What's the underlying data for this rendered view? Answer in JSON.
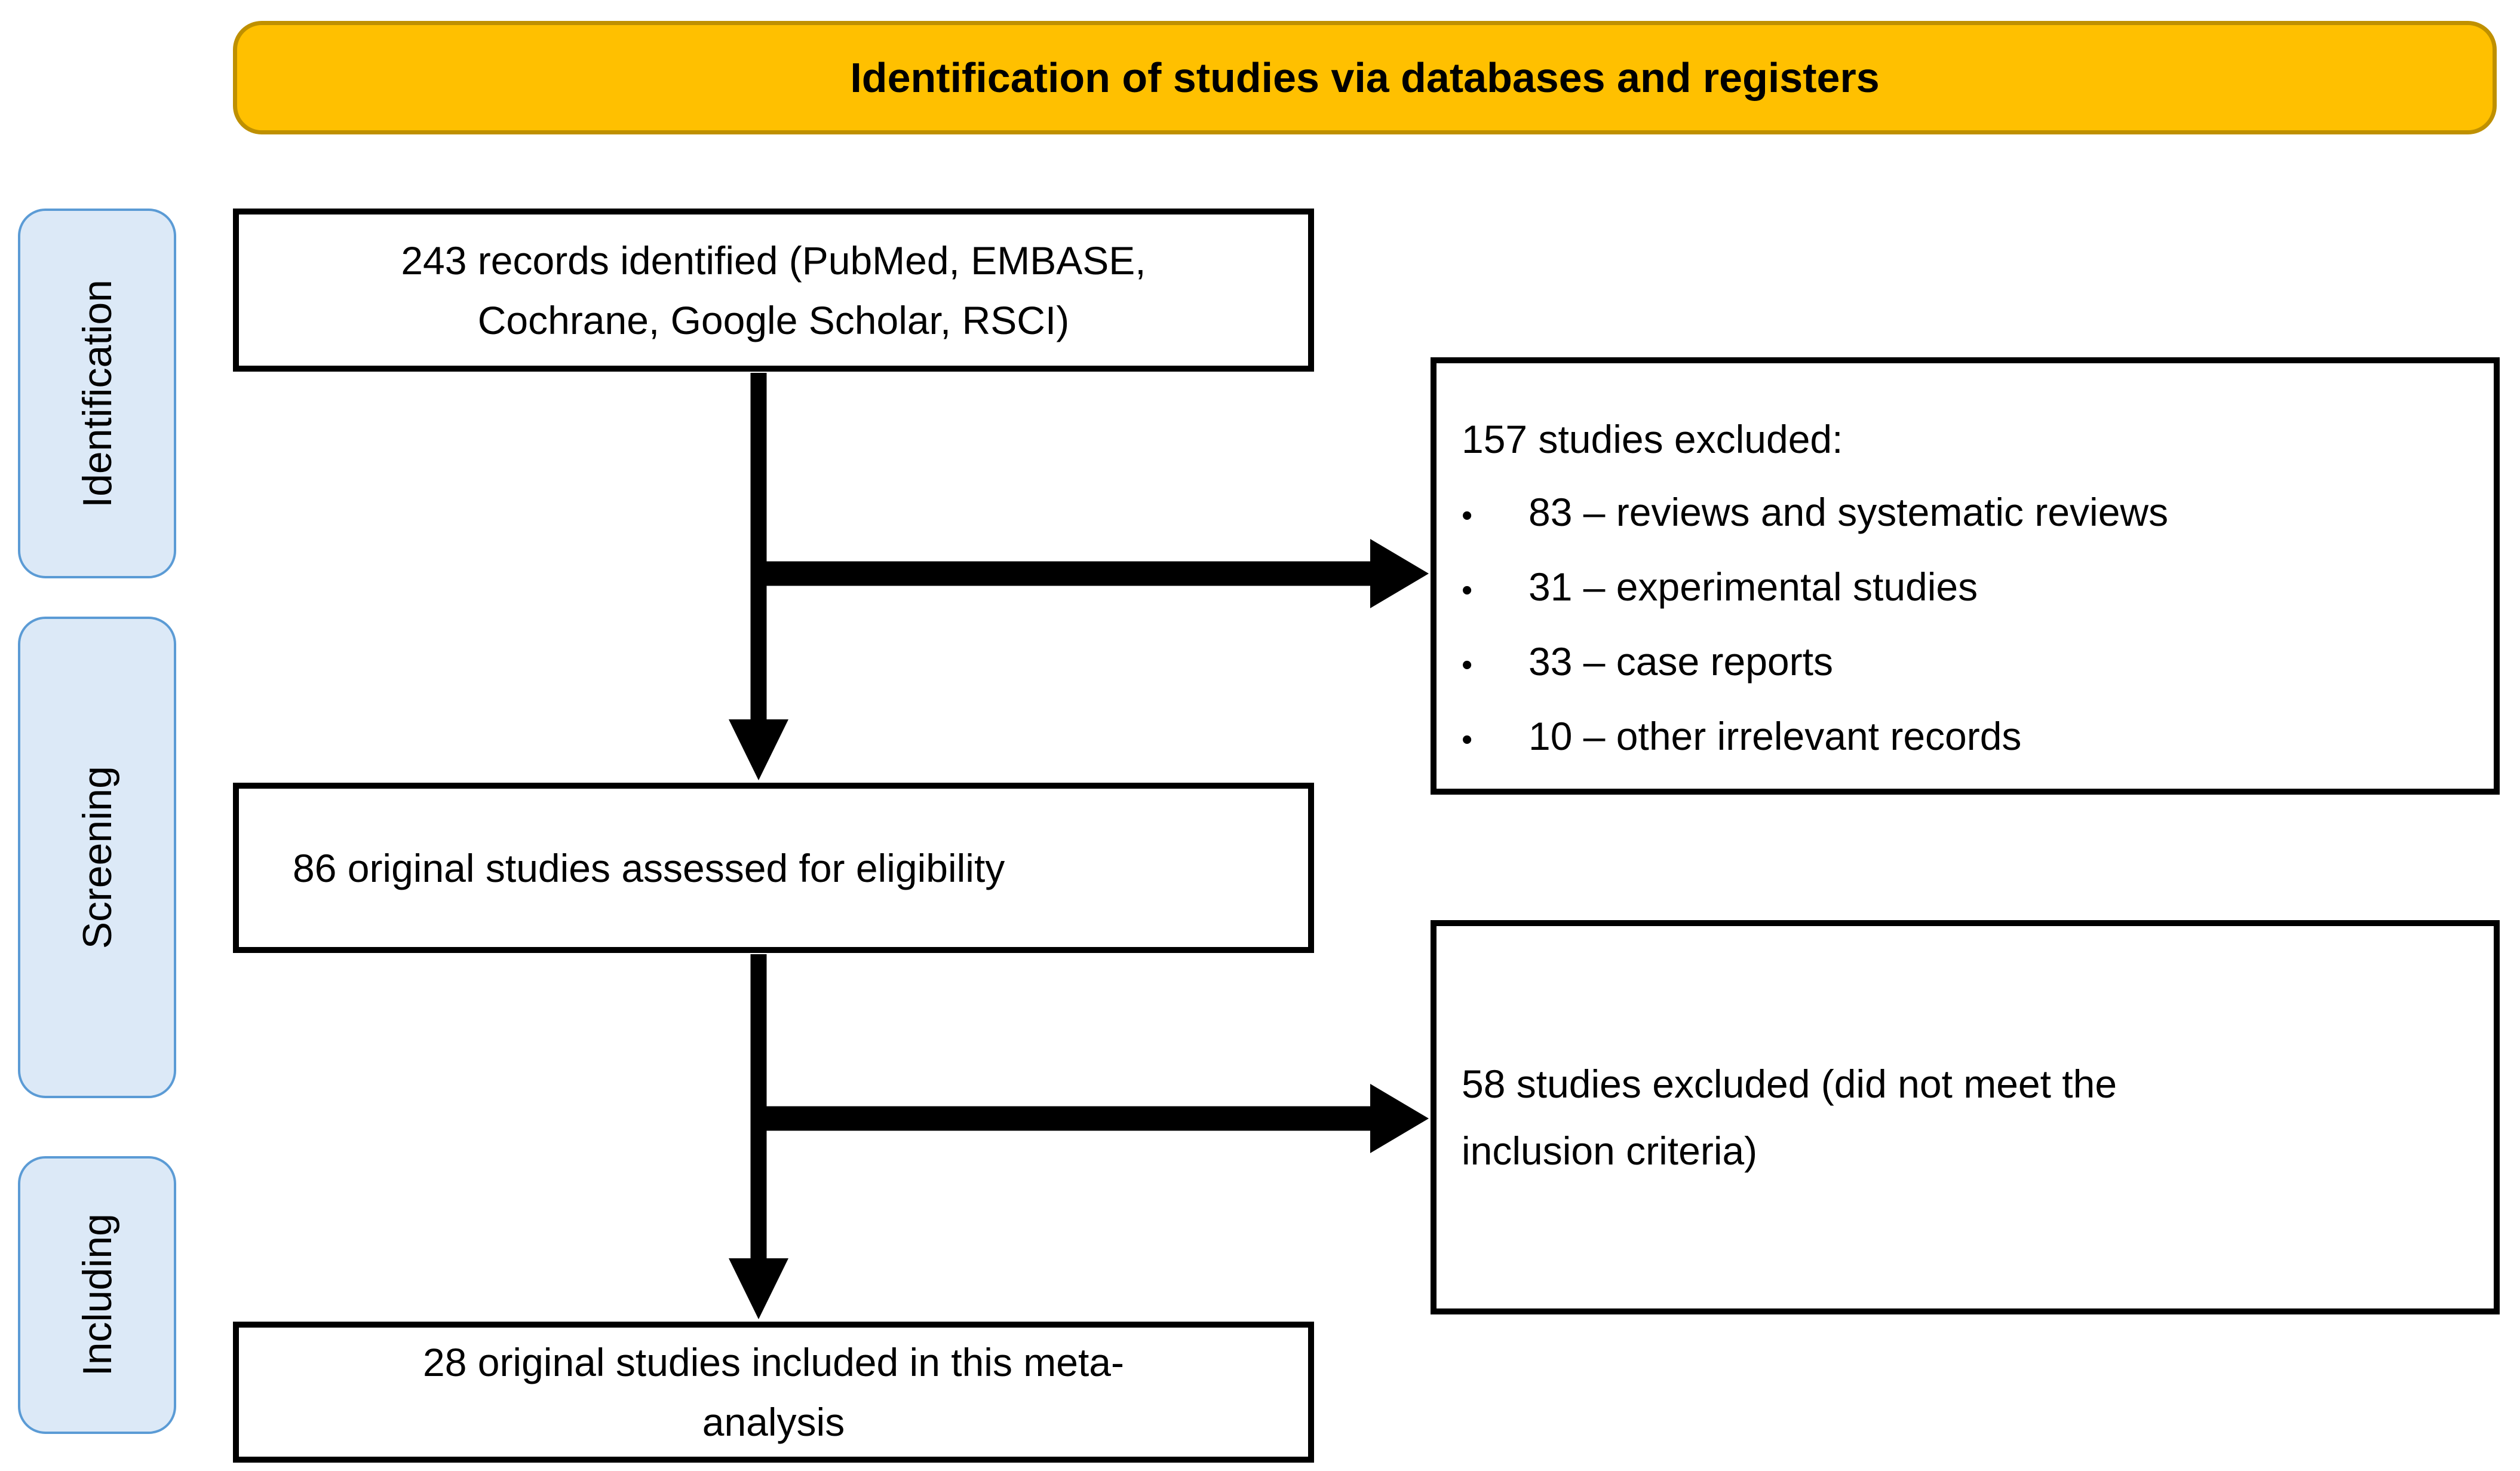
{
  "title": {
    "text": "Identification of studies via databases and registers"
  },
  "stages": [
    {
      "label": "Identification"
    },
    {
      "label": "Screening"
    },
    {
      "label": "Including"
    }
  ],
  "flow": {
    "identified": {
      "lines": [
        "243 records identified (PubMed, EMBASE,",
        "Cochrane, Google Scholar, RSCI)"
      ]
    },
    "assessed": {
      "text": "86 original studies assessed for eligibility"
    },
    "included": {
      "lines": [
        "28 original studies included in this meta-",
        "analysis"
      ]
    }
  },
  "exclusions": {
    "first": {
      "heading": "157 studies excluded:",
      "items": [
        "83 – reviews and systematic reviews",
        "31 – experimental studies",
        "33 – case reports",
        "10 – other irrelevant records"
      ]
    },
    "second": {
      "lines": [
        "58 studies excluded (did not meet the",
        "inclusion criteria)"
      ]
    }
  },
  "icons": {
    "bullet": "•"
  },
  "colors": {
    "banner-fill": "#FFC000",
    "banner-border": "#BF9000",
    "stage-fill": "#DCE9F7",
    "stage-border": "#5B9BD5",
    "box-border": "#000000",
    "arrow-color": "#000000",
    "text-color": "#000000",
    "bg": "#FFFFFF"
  }
}
